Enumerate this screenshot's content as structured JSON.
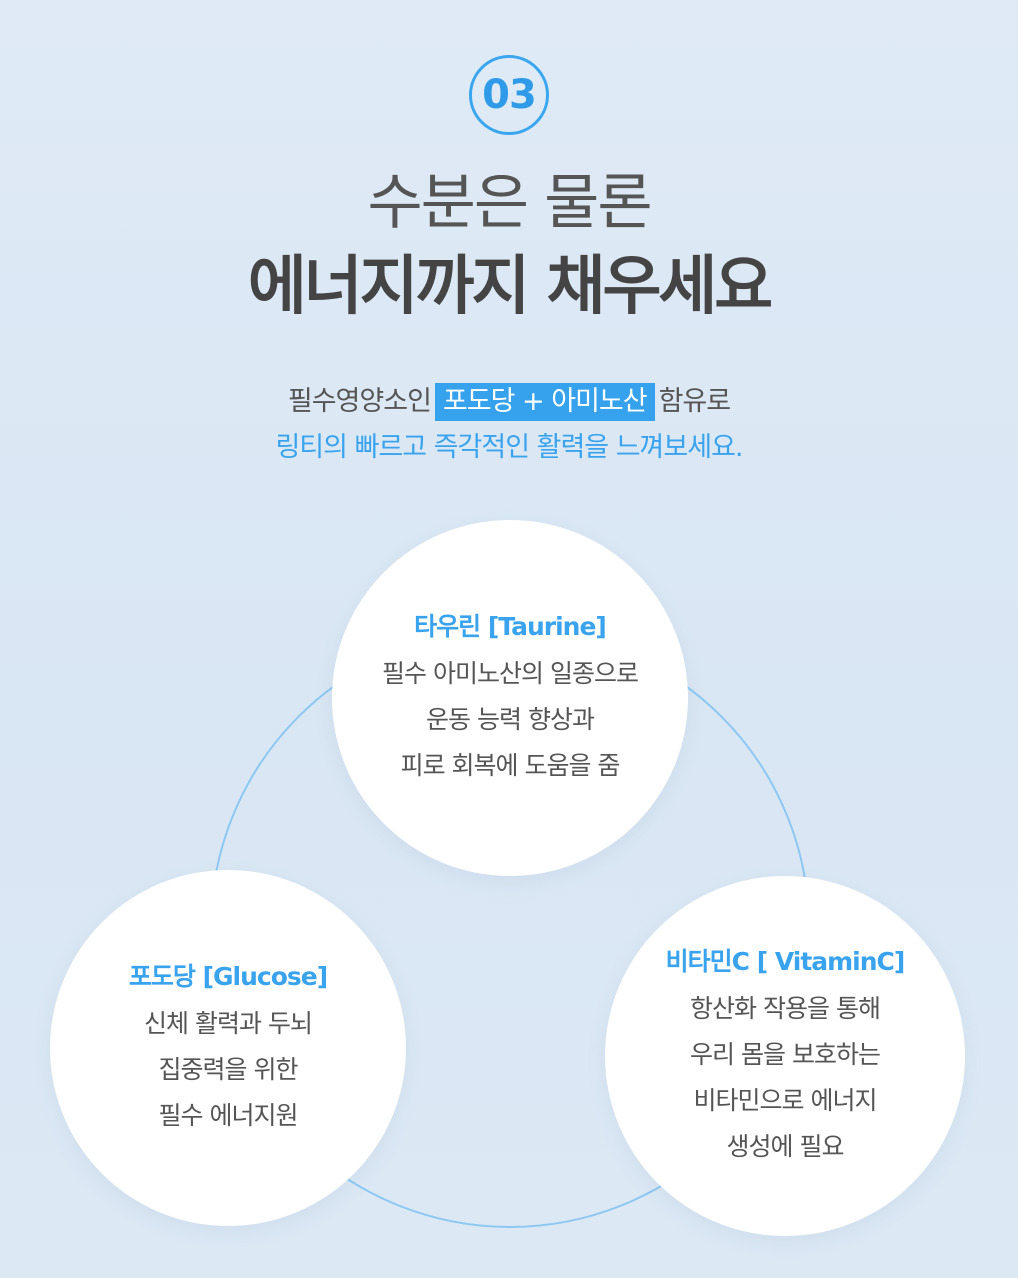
{
  "badge": {
    "number": "03"
  },
  "headline": {
    "line1": "수분은 물론",
    "line2": "에너지까지 채우세요"
  },
  "description": {
    "line1_before": "필수영양소인",
    "line1_highlight": "포도당 + 아미노산",
    "line1_after": "함유로",
    "line2": "링티의 빠르고 즉각적인 활력을 느껴보세요."
  },
  "ingredients": {
    "taurine": {
      "title": "타우린 [Taurine]",
      "lines": [
        "필수 아미노산의 일종으로",
        "운동 능력 향상과",
        "피로 회복에 도움을 줌"
      ]
    },
    "glucose": {
      "title": "포도당 [Glucose]",
      "lines": [
        "신체 활력과 두뇌",
        "집중력을 위한",
        "필수 에너지원"
      ]
    },
    "vitaminc": {
      "title": "비타민C [ VitaminC]",
      "lines": [
        "항산화 작용을 통해",
        "우리 몸을 보호하는",
        "비타민으로 에너지",
        "생성에 필요"
      ]
    }
  },
  "colors": {
    "accent": "#3aa3ee",
    "background": "#dde9f5",
    "text": "#555555"
  }
}
